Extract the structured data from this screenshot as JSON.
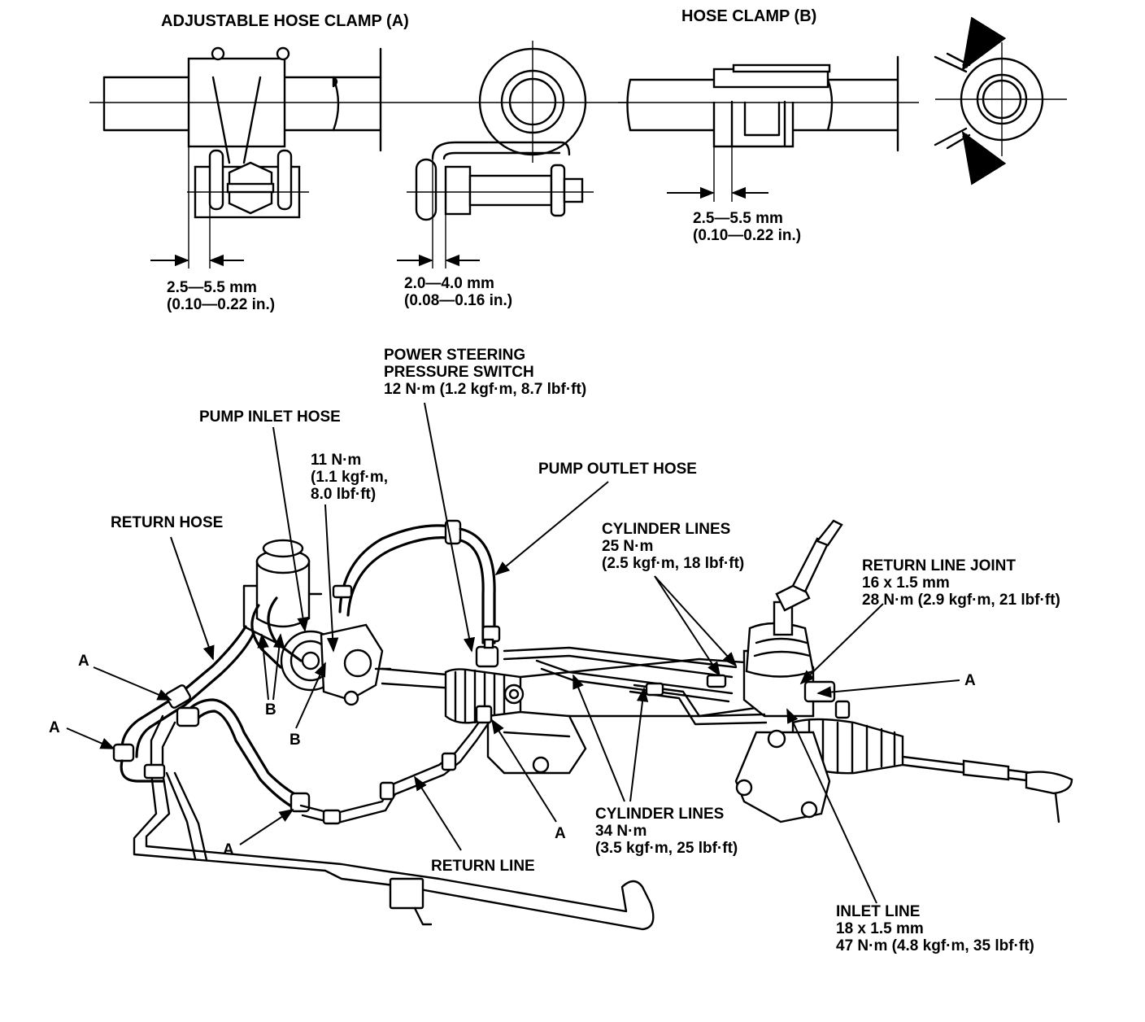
{
  "clamp_a": {
    "title": "ADJUSTABLE HOSE CLAMP (A)",
    "dim1_mm": "2.5—5.5 mm",
    "dim1_in": "(0.10—0.22 in.)",
    "dim2_mm": "2.0—4.0 mm",
    "dim2_in": "(0.08—0.16 in.)"
  },
  "clamp_b": {
    "title": "HOSE CLAMP (B)",
    "dim_mm": "2.5—5.5 mm",
    "dim_in": "(0.10—0.22 in.)"
  },
  "labels": {
    "pressure_switch_1": "POWER STEERING",
    "pressure_switch_2": "PRESSURE SWITCH",
    "pressure_switch_3": "12 N·m (1.2 kgf·m, 8.7 lbf·ft)",
    "pump_inlet_hose": "PUMP INLET HOSE",
    "torque_11_1": "11 N·m",
    "torque_11_2": "(1.1 kgf·m,",
    "torque_11_3": "8.0 lbf·ft)",
    "pump_outlet_hose": "PUMP OUTLET HOSE",
    "return_hose": "RETURN HOSE",
    "cyl_lines_upper_1": "CYLINDER LINES",
    "cyl_lines_upper_2": "25 N·m",
    "cyl_lines_upper_3": "(2.5 kgf·m, 18 lbf·ft)",
    "return_joint_1": "RETURN LINE JOINT",
    "return_joint_2": "16 x 1.5 mm",
    "return_joint_3": "28 N·m (2.9 kgf·m, 21 lbf·ft)",
    "cyl_lines_lower_1": "CYLINDER LINES",
    "cyl_lines_lower_2": "34 N·m",
    "cyl_lines_lower_3": "(3.5 kgf·m, 25 lbf·ft)",
    "return_line": "RETURN LINE",
    "inlet_line_1": "INLET LINE",
    "inlet_line_2": "18 x 1.5 mm",
    "inlet_line_3": "47 N·m (4.8 kgf·m, 35 lbf·ft)",
    "callout_a": "A",
    "callout_b": "B"
  }
}
